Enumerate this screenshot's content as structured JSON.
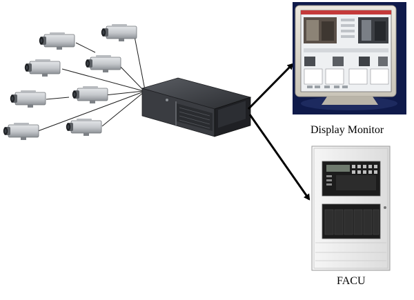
{
  "labels": {
    "display_monitor": "Display Monitor",
    "facu": "FACU"
  },
  "cameras": [
    "camera",
    "camera",
    "camera",
    "camera",
    "camera",
    "camera",
    "camera",
    "camera"
  ],
  "colors": {
    "line": "#1a1a1a",
    "arrow": "#000000",
    "camera_body": "#c9ccd0",
    "server": "#2a2c30",
    "monitor_bezel": "#d9d5cc",
    "screen": "#eef0f2",
    "screen_header": "#c43a3a",
    "facu_cabinet": "#eeeeee",
    "facu_panel": "#1c1c1c",
    "background": "#ffffff"
  }
}
